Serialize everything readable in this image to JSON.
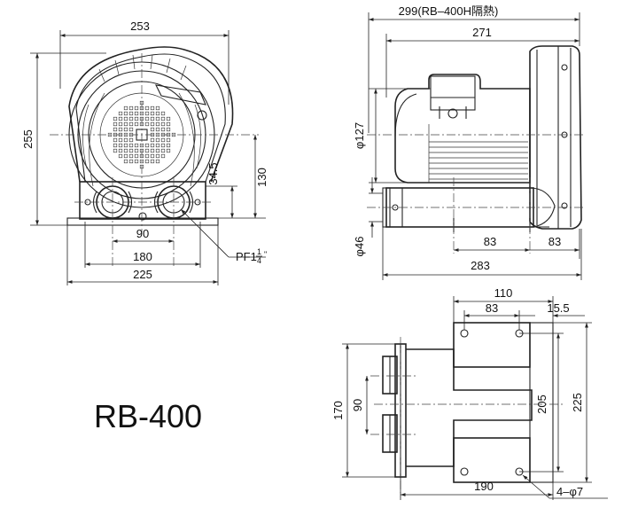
{
  "model": "RB-400",
  "front_view": {
    "width_top": "253",
    "height_total": "255",
    "port_spacing": "90",
    "foot_hole_spacing": "180",
    "base_width": "225",
    "port_height": "34.5",
    "center_height": "130",
    "port_thread": "PF1",
    "port_thread_fraction_num": "1",
    "port_thread_fraction_den": "4",
    "port_thread_unit": "\""
  },
  "side_view": {
    "length_insulated": "299(RB–400H隔熱)",
    "length_total": "271",
    "motor_diameter": "φ127",
    "port_diameter": "φ46",
    "foot_spacing_left": "83",
    "foot_spacing_right": "83",
    "base_length": "283"
  },
  "top_view": {
    "slot_span": "110",
    "slot_length": "83",
    "slot_offset": "15.5",
    "width_outer": "170",
    "port_spacing": "90",
    "hole_spacing": "205",
    "width_total": "225",
    "hole_length": "190",
    "hole_spec": "4–φ7"
  }
}
